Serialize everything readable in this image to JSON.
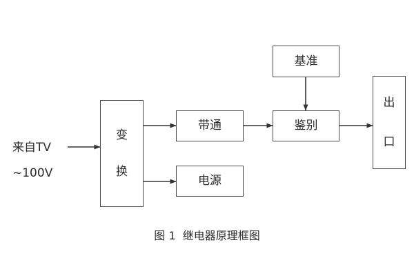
{
  "figure": {
    "caption": "图 1  继电器原理框图",
    "background_color": "#ffffff",
    "line_color": "#4a4a4a",
    "text_color": "#2b2b2b"
  },
  "input": {
    "line1": "来自TV",
    "line2": "~100V"
  },
  "nodes": {
    "transform": {
      "line1": "变",
      "line2": "换"
    },
    "bandpass": {
      "label": "带通"
    },
    "power": {
      "label": "电源"
    },
    "reference": {
      "label": "基准"
    },
    "discriminator": {
      "label": "鉴别"
    },
    "output": {
      "line1": "出",
      "line2": "口"
    }
  },
  "edges": [
    {
      "name": "input-to-transform",
      "from": "来自TV ~100V",
      "to": "变换",
      "direction": "right"
    },
    {
      "name": "transform-to-bandpass",
      "from": "变换",
      "to": "带通",
      "direction": "right"
    },
    {
      "name": "transform-to-power",
      "from": "变换",
      "to": "电源",
      "direction": "right"
    },
    {
      "name": "bandpass-to-discriminator",
      "from": "带通",
      "to": "鉴别",
      "direction": "right"
    },
    {
      "name": "reference-to-discriminator",
      "from": "基准",
      "to": "鉴别",
      "direction": "down"
    },
    {
      "name": "discriminator-to-output",
      "from": "鉴别",
      "to": "出口",
      "direction": "right"
    }
  ]
}
